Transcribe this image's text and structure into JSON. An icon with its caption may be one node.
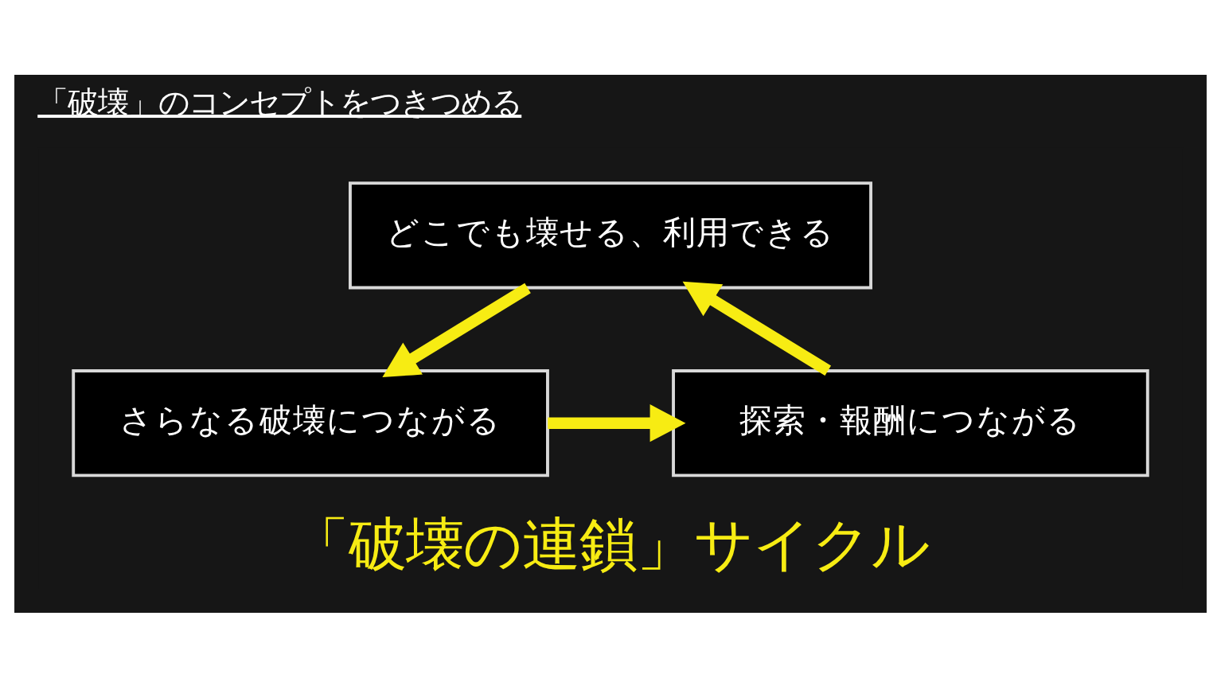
{
  "diagram": {
    "title": "「破壊」のコンセプトをつきつめる",
    "caption": "「破壊の連鎖」サイクル",
    "nodes": [
      {
        "text": [
          "どこでも壊せる、利用できる"
        ]
      },
      {
        "text": [
          "さらなる破壊につながる"
        ]
      },
      {
        "text": [
          "探索・報酬につながる"
        ]
      }
    ],
    "edges": [
      {
        "from": 0,
        "to": 1,
        "arrow": "to"
      },
      {
        "from": 1,
        "to": 2,
        "arrow": "to"
      },
      {
        "from": 2,
        "to": 0,
        "arrow": "to"
      }
    ]
  }
}
